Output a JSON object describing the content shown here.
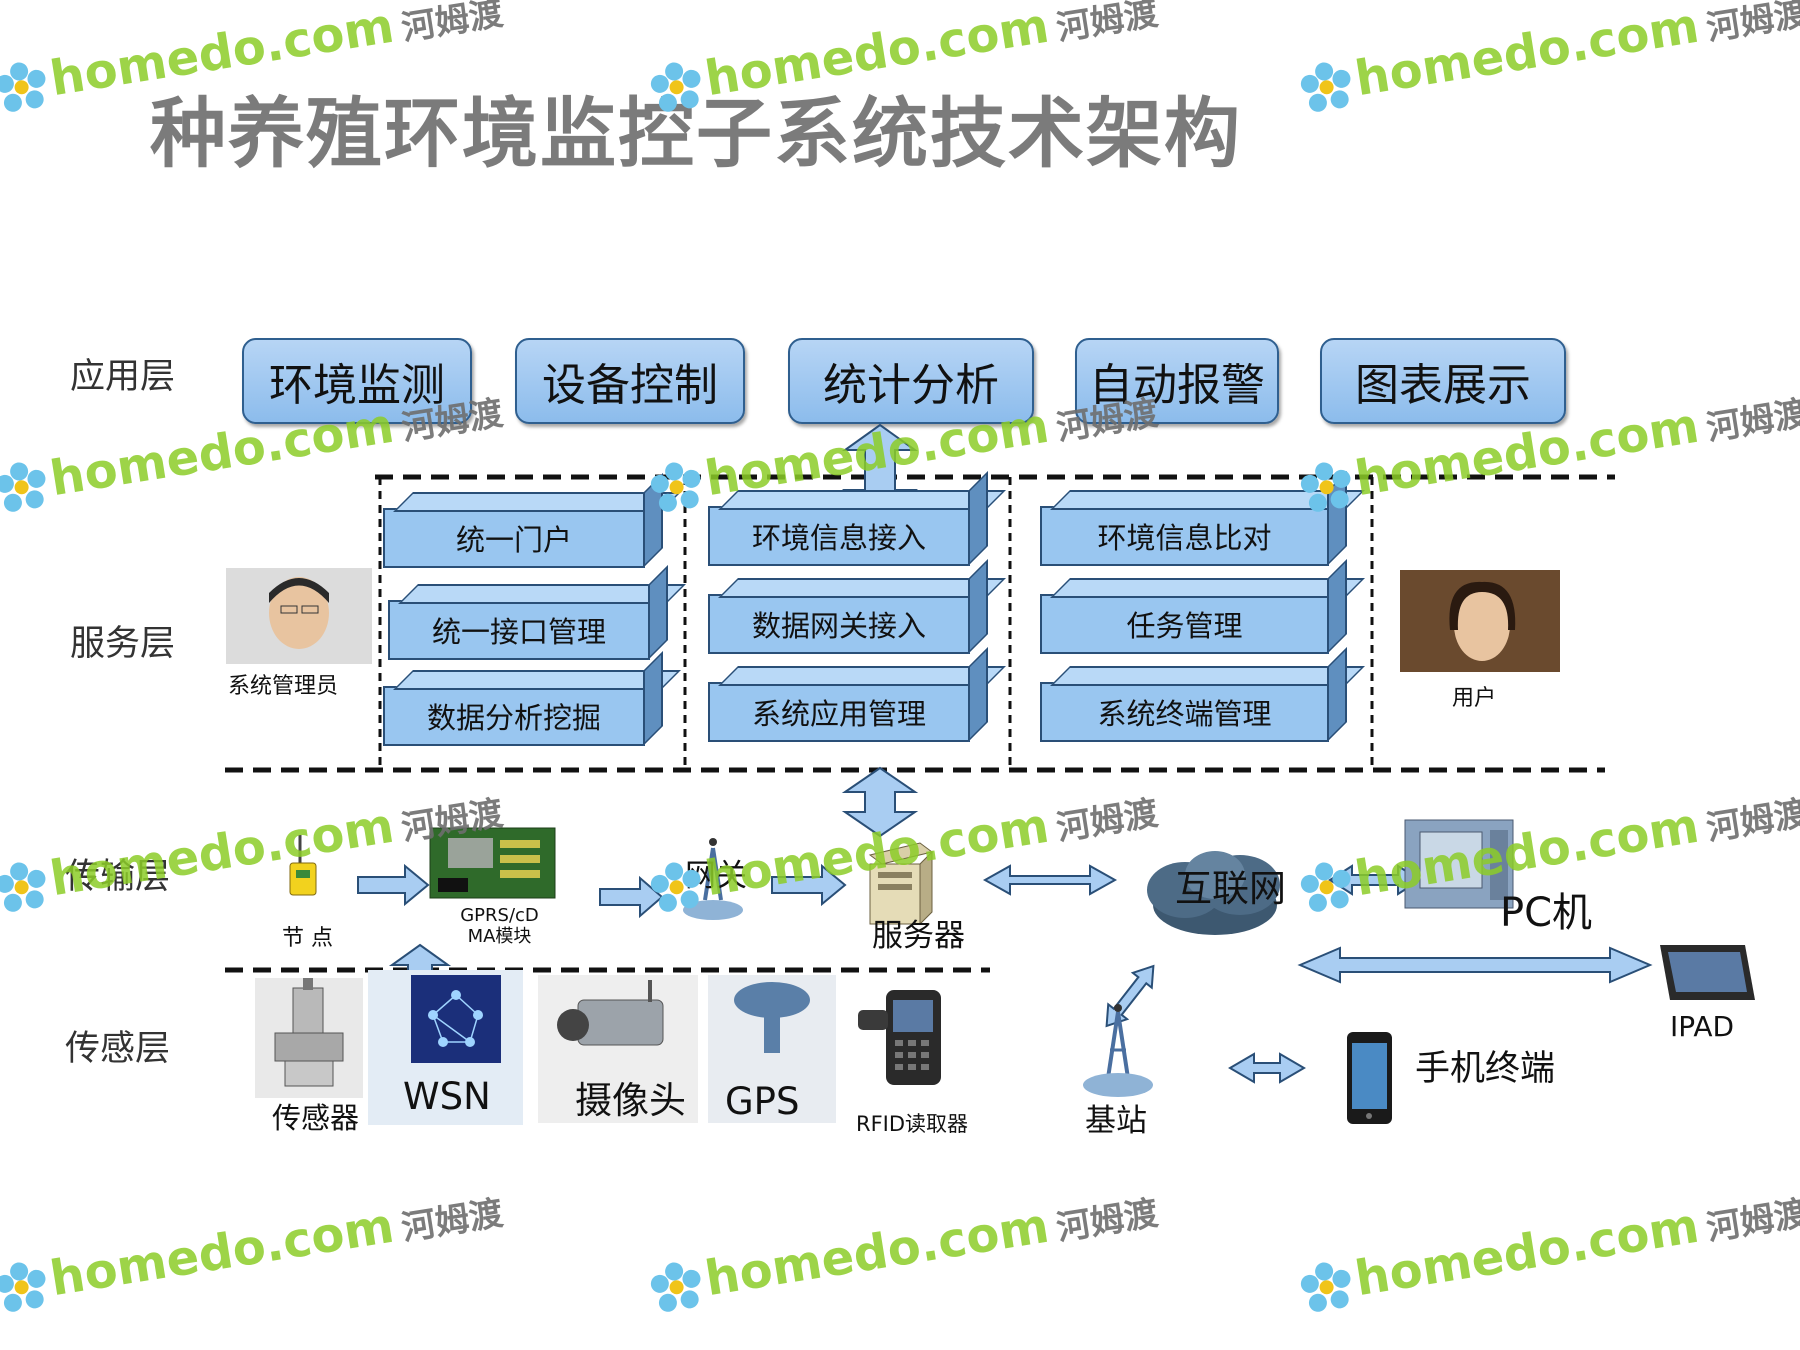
{
  "title": "种养殖环境监控子系统技术架构",
  "layers": {
    "application": "应用层",
    "service": "服务层",
    "transport": "传输层",
    "sensing": "传感层"
  },
  "application_boxes": [
    "环境监测",
    "设备控制",
    "统计分析",
    "自动报警",
    "图表展示"
  ],
  "service": {
    "col1": [
      "统一门户",
      "统一接口管理",
      "数据分析挖掘"
    ],
    "col2": [
      "环境信息接入",
      "数据网关接入",
      "系统应用管理"
    ],
    "col3": [
      "环境信息比对",
      "任务管理",
      "系统终端管理"
    ],
    "admin_label": "系统管理员",
    "user_label": "用户"
  },
  "transport": {
    "node_label": "节 点",
    "gprs_label": "GPRS/cD MA模块",
    "gateway_label": "网关",
    "server_label": "服务器",
    "internet_label": "互联网",
    "pc_label": "PC机",
    "ipad_label": "IPAD",
    "basestation_label": "基站",
    "phone_label": "手机终端"
  },
  "sensing": {
    "sensor_label": "传感器",
    "wsn_label": "WSN",
    "camera_label": "摄像头",
    "gps_label": "GPS",
    "rfid_label": "RFID读取器"
  },
  "watermark": {
    "text": "homedo.com",
    "cn": "河姆渡"
  },
  "colors": {
    "box_fill": "#99c6f0",
    "box_border": "#2a4f77",
    "arrow_fill": "#a9cdf2",
    "watermark_green": "#8ccd28"
  }
}
